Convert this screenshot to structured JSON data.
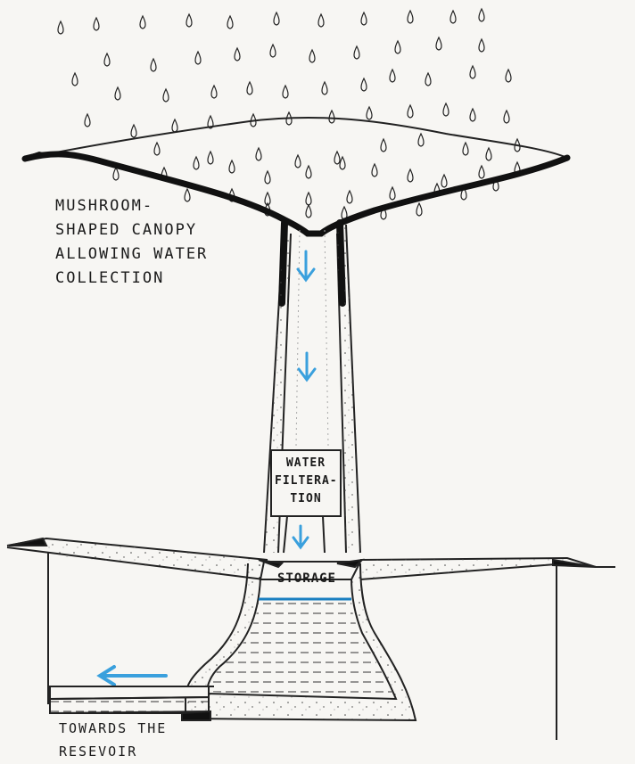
{
  "labels": {
    "canopy": [
      "MUSHROOM-",
      "SHAPED CANOPY",
      "ALLOWING WATER",
      "COLLECTION"
    ],
    "filtration": [
      "WATER",
      "FILTERA-",
      "TION"
    ],
    "storage": "STORAGE",
    "reservoir": [
      "TOWARDS THE",
      "RESEVOIR"
    ]
  },
  "colors": {
    "ink": "#1a1a1a",
    "water_arrow": "#3aa0dd",
    "paper": "#f7f6f3"
  },
  "icons": [
    "raindrop-icon",
    "down-arrow-icon",
    "left-arrow-icon"
  ]
}
